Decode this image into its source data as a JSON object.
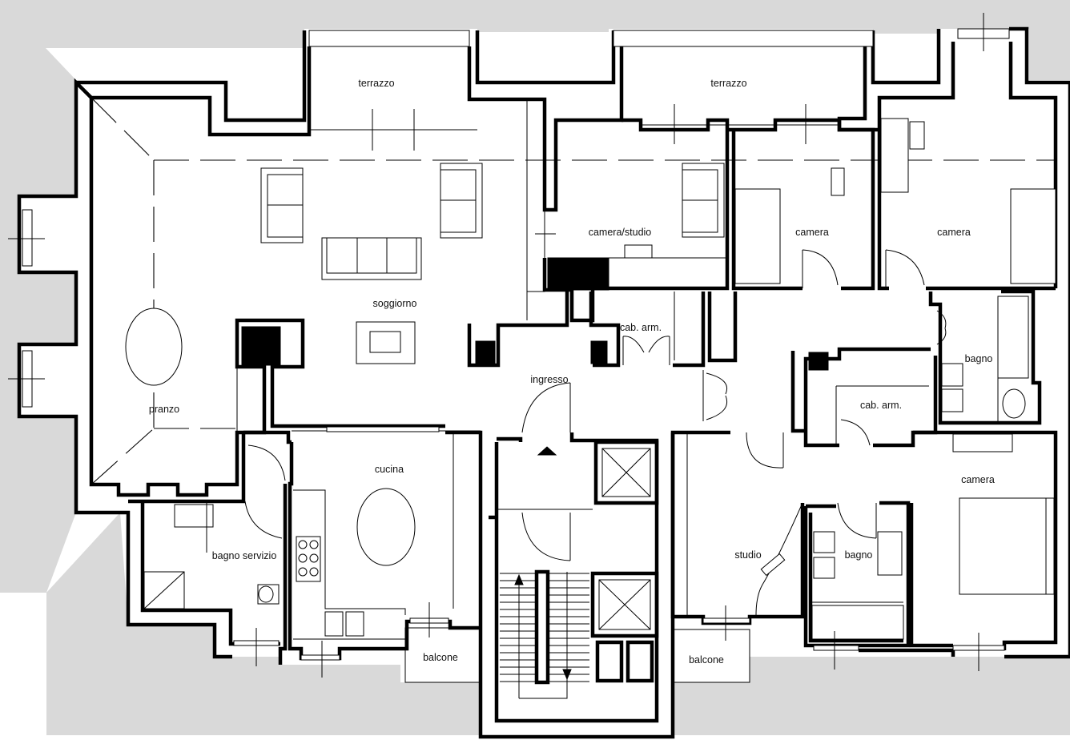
{
  "labels": {
    "terrazzo_left": "terrazzo",
    "terrazzo_right": "terrazzo",
    "camera_studio": "camera/studio",
    "camera_top_mid": "camera",
    "camera_top_right": "camera",
    "soggiorno": "soggiorno",
    "pranzo": "pranzo",
    "cab_arm_left": "cab. arm.",
    "cab_arm_right": "cab. arm.",
    "bagno_top": "bagno",
    "ingresso": "ingresso",
    "cucina": "cucina",
    "bagno_servizio": "bagno servizio",
    "studio": "studio",
    "bagno_bottom": "bagno",
    "camera_bottom": "camera",
    "balcone_left": "balcone",
    "balcone_right": "balcone"
  },
  "colors": {
    "neighbor_fill": "#d9d9d9",
    "wall": "#000000",
    "background": "#ffffff"
  }
}
